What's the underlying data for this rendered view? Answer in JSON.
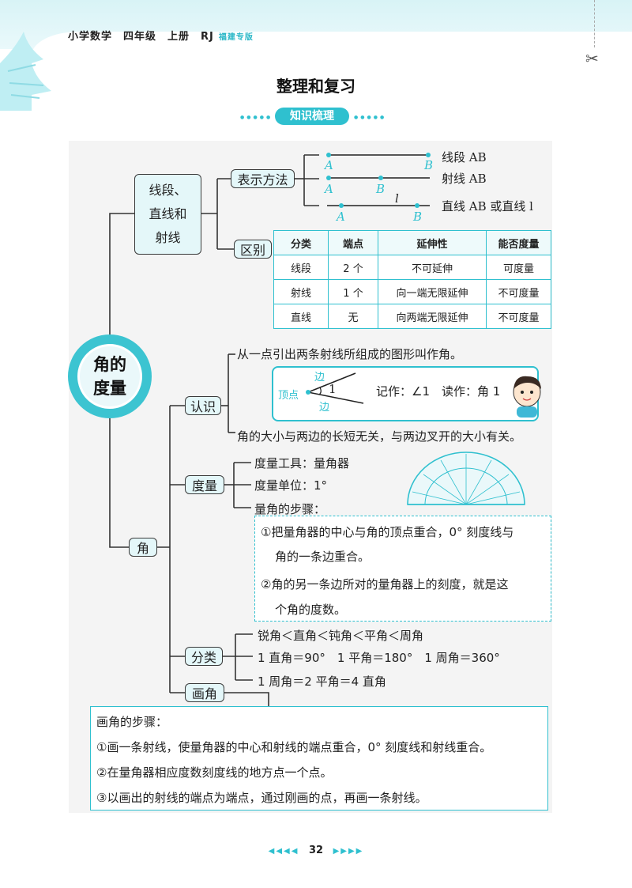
{
  "header": {
    "series": "小学数学　四年级　上册　RJ",
    "edition": "福建专版"
  },
  "title": "整理和复习",
  "section_label": "知识梳理",
  "center_node": {
    "line1": "角的",
    "line2": "度量"
  },
  "lines_node": {
    "line1": "线段、",
    "line2": "直线和",
    "line3": "射线"
  },
  "representation": {
    "label": "表示方法",
    "segment": "线段 AB",
    "ray": "射线 AB",
    "line": "直线 AB 或直线 l",
    "point_a": "A",
    "point_b": "B",
    "line_name": "l"
  },
  "difference": {
    "label": "区别",
    "headers": [
      "分类",
      "端点",
      "延伸性",
      "能否度量"
    ],
    "rows": [
      [
        "线段",
        "2 个",
        "不可延伸",
        "可度量"
      ],
      [
        "射线",
        "1 个",
        "向一端无限延伸",
        "不可度量"
      ],
      [
        "直线",
        "无",
        "向两端无限延伸",
        "不可度量"
      ]
    ]
  },
  "angle_node": "角",
  "recognize": {
    "label": "认识",
    "definition": "从一点引出两条射线所组成的图形叫作角。",
    "vertex": "顶点",
    "side": "边",
    "angle_num": "1",
    "notation": "记作：∠1　读作：角 1",
    "note": "角的大小与两边的长短无关，与两边叉开的大小有关。"
  },
  "measure": {
    "label": "度量",
    "tool": "度量工具：量角器",
    "unit": "度量单位：1°",
    "steps_title": "量角的步骤：",
    "step1_a": "①把量角器的中心与角的顶点重合，0° 刻度线与",
    "step1_b": "角的一条边重合。",
    "step2_a": "②角的另一条边所对的量角器上的刻度，就是这",
    "step2_b": "个角的度数。"
  },
  "classify": {
    "label": "分类",
    "line1": "锐角＜直角＜钝角＜平角＜周角",
    "line2": "1 直角＝90°　1 平角＝180°　1 周角＝360°",
    "line3": "1 周角＝2 平角＝4 直角"
  },
  "draw": {
    "label": "画角",
    "title": "画角的步骤：",
    "step1": "①画一条射线，使量角器的中心和射线的端点重合，0° 刻度线和射线重合。",
    "step2": "②在量角器相应度数刻度线的地方点一个点。",
    "step3": "③以画出的射线的端点为端点，通过刚画的点，再画一条射线。"
  },
  "page_number": "32",
  "colors": {
    "accent": "#2fc0cf",
    "node_fill": "#e4f7f9"
  }
}
